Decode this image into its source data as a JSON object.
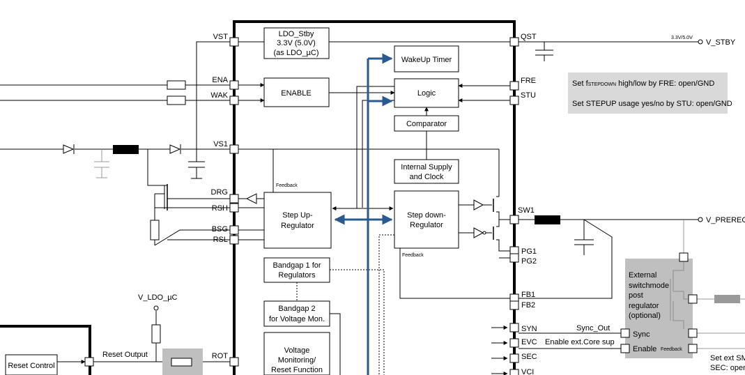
{
  "pins_left": {
    "vst": "VST",
    "ena": "ENA",
    "wak": "WAK",
    "vs1": "VS1",
    "drg": "DRG",
    "rsh": "RSH",
    "bsg": "BSG",
    "rsl": "RSL",
    "rot": "ROT"
  },
  "pins_right": {
    "qst": "QST",
    "fre": "FRE",
    "stu": "STU",
    "sw1": "SW1",
    "pg1": "PG1",
    "pg2": "PG2",
    "fb1": "FB1",
    "fb2": "FB2",
    "syn": "SYN",
    "evc": "EVC",
    "sec": "SEC",
    "vci": "VCI"
  },
  "blocks": {
    "ldo_stby": [
      "LDO_Stby",
      "3.3V (5.0V)",
      "(as LDO_µC)"
    ],
    "wakeup_timer": "WakeUp Timer",
    "enable": "ENABLE",
    "logic": "Logic",
    "comparator": "Comparator",
    "internal_supply": [
      "Internal Supply",
      "and Clock"
    ],
    "step_up": [
      "Step Up-",
      "Regulator"
    ],
    "step_down": [
      "Step down-",
      "Regulator"
    ],
    "bandgap1": [
      "Bandgap 1 for",
      "Regulators"
    ],
    "bandgap2": [
      "Bandgap 2",
      "for Voltage Mon."
    ],
    "voltage_monitoring": [
      "Voltage",
      "Monitoring/",
      "Reset Function"
    ],
    "reset_control": "Reset Control",
    "external_regulator": [
      "External",
      "switchmode",
      "post",
      "regulator",
      "(optional)"
    ]
  },
  "labels": {
    "vstby_rating": "3.3V/5.0V",
    "v_stby": "V_STBY",
    "v_prereg": "V_PREREG",
    "v_ldo_uc": "V_LDO_µC",
    "reset_output": "Reset Output",
    "feedback_up": "Feedback",
    "feedback_down": "Feedback",
    "feedback_ext": "Feedback",
    "sync_out": "Sync_Out",
    "enable_ext_core": "Enable ext.Core sup",
    "sync": "Sync",
    "enable": "Enable",
    "set_ext_1": "Set ext SM",
    "set_ext_2": "SEC: open"
  },
  "notes": {
    "fre_prefix": "Set f",
    "fre_sub": "STEPDOWN",
    "fre_suffix": " high/low by FRE: open/GND",
    "stu": "Set STEPUP usage yes/no by STU: open/GND"
  },
  "colors": {
    "bus_blue": "#2b5a91",
    "note_bg": "#d9d9d9",
    "ext_bg": "#bfbfbf"
  }
}
